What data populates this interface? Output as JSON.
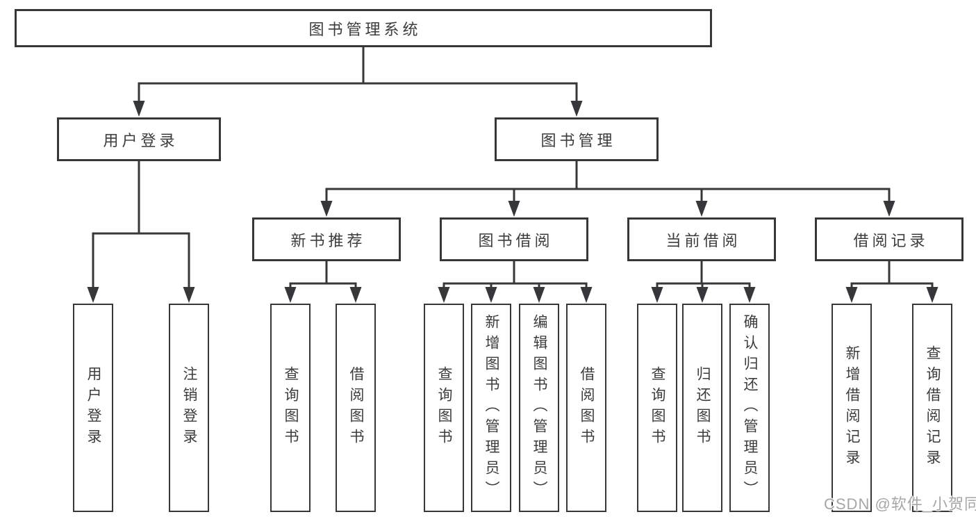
{
  "diagram": {
    "root": {
      "label": "图书管理系统"
    },
    "branches": [
      {
        "label": "用户登录",
        "children": [
          {
            "label": "用户登录"
          },
          {
            "label": "注销登录"
          }
        ]
      },
      {
        "label": "图书管理",
        "children": [
          {
            "label": "新书推荐",
            "children": [
              {
                "label": "查询图书"
              },
              {
                "label": "借阅图书"
              }
            ]
          },
          {
            "label": "图书借阅",
            "children": [
              {
                "label": "查询图书"
              },
              {
                "label": "新增图书（管理员）"
              },
              {
                "label": "编辑图书（管理员）"
              },
              {
                "label": "借阅图书"
              }
            ]
          },
          {
            "label": "当前借阅",
            "children": [
              {
                "label": "查询图书"
              },
              {
                "label": "归还图书"
              },
              {
                "label": "确认归还（管理员）"
              }
            ]
          },
          {
            "label": "借阅记录",
            "children": [
              {
                "label": "新增借阅记录"
              },
              {
                "label": "查询借阅记录"
              }
            ]
          }
        ]
      }
    ]
  },
  "watermark": {
    "text": "CSDN @软件_小贺同学"
  },
  "colors": {
    "line": "#35373b",
    "text": "#3c3c3c",
    "background": "#ffffff",
    "watermark": "#a6a6a6"
  }
}
